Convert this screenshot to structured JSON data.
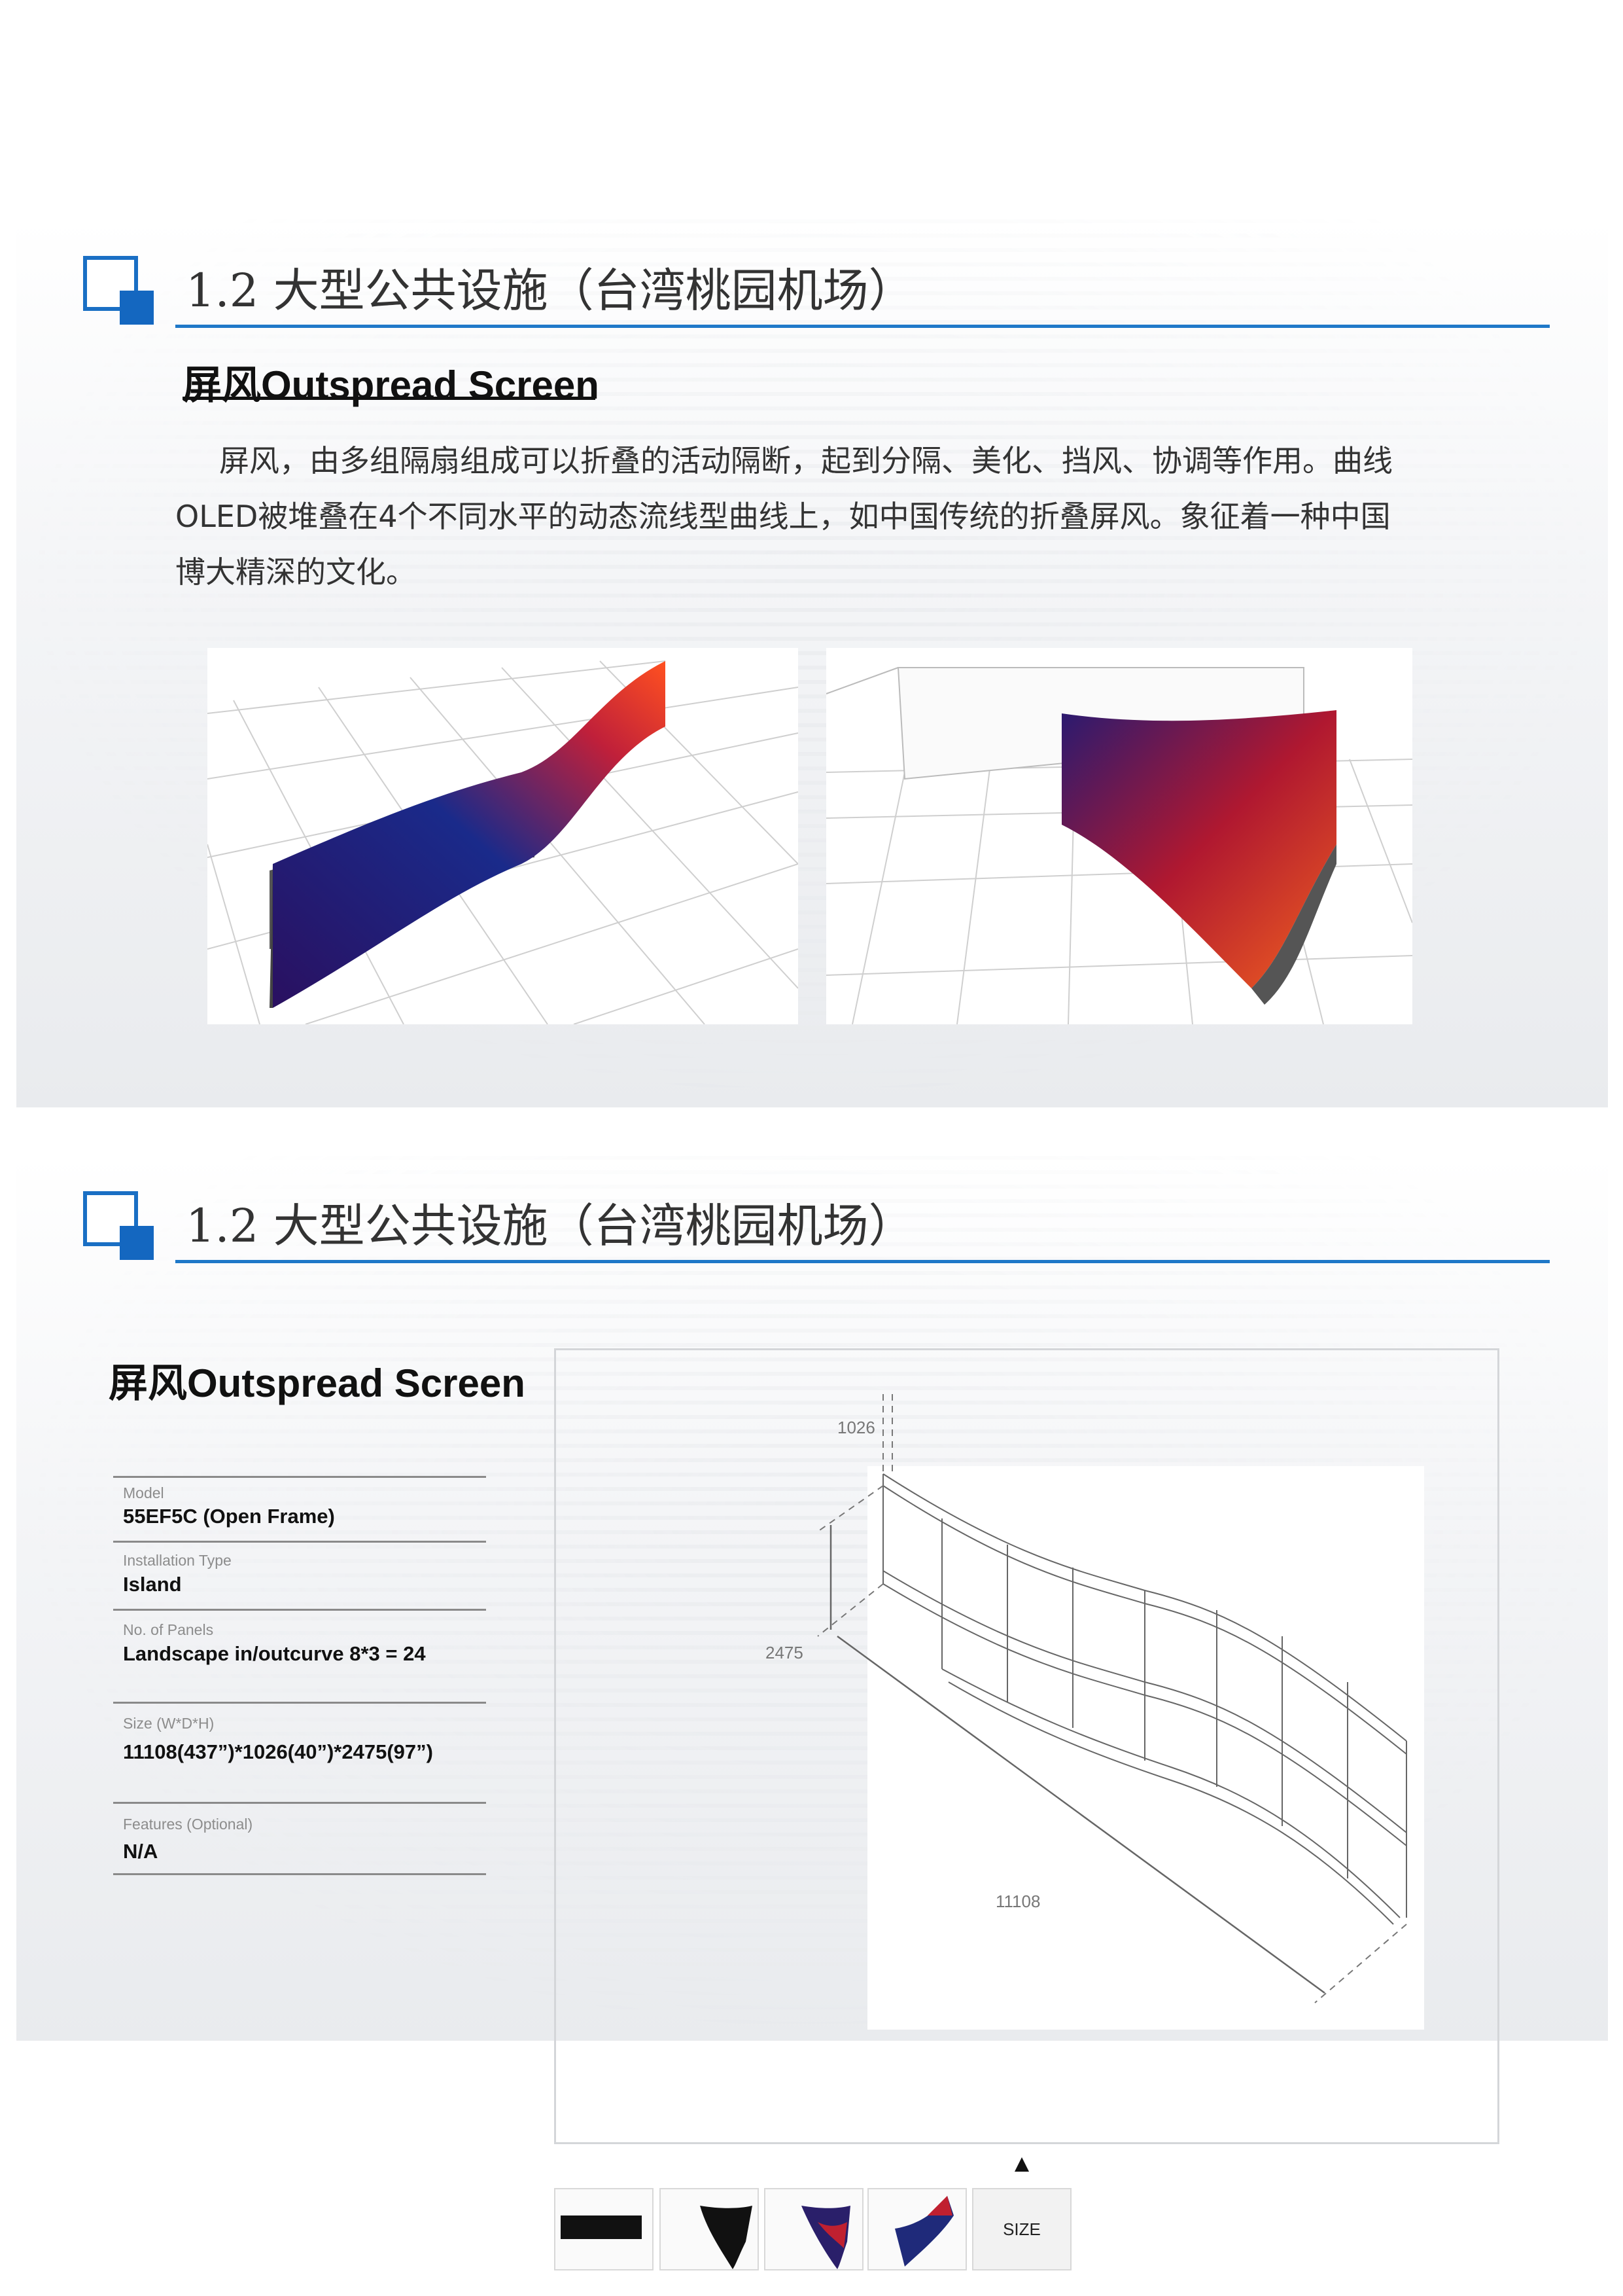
{
  "sections": [
    {
      "title": "1.2 大型公共设施（台湾桃园机场）",
      "subtitle": "屏风Outspread Screen",
      "paragraph": [
        "屏风，由多组隔扇组成可以折叠的活动隔断，起到分隔、美化、挡风、协调等作用。曲线",
        "OLED被堆叠在4个不同水平的动态流线型曲线上，如中国传统的折叠屏风。象征着一种中国",
        "博大精深的文化。"
      ]
    },
    {
      "title": "1.2 大型公共设施（台湾桃园机场）",
      "subtitle": "屏风Outspread Screen",
      "specs": [
        {
          "label": "Model",
          "value": "55EF5C (Open Frame)"
        },
        {
          "label": "Installation Type",
          "value": "Island"
        },
        {
          "label": "No. of Panels",
          "value": "Landscape in/outcurve 8*3 = 24"
        },
        {
          "label": "Size (W*D*H)",
          "value": "11108(437”)*1026(40”)*2475(97”)"
        },
        {
          "label": "Features (Optional)",
          "value": "N/A"
        }
      ],
      "diagram": {
        "depth": "1026",
        "height": "2475",
        "width": "11108"
      },
      "thumbnails": {
        "selected": "SIZE",
        "size_label": "SIZE"
      }
    }
  ],
  "colors": {
    "accent": "#1f78c8",
    "text": "#333333"
  }
}
